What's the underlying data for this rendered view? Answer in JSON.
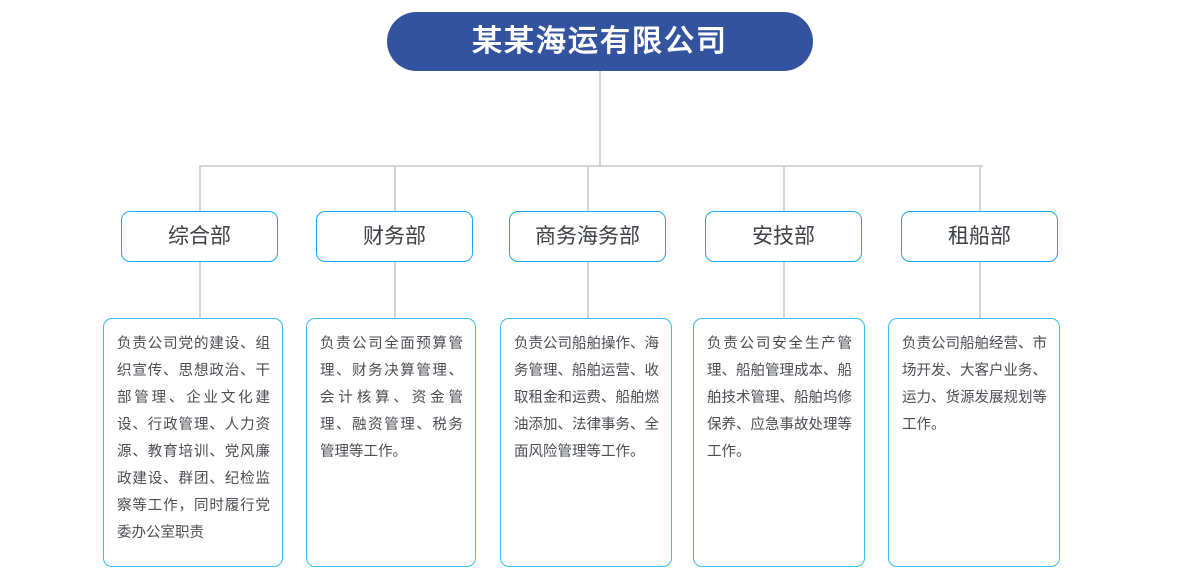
{
  "diagram": {
    "type": "organization-chart",
    "root": {
      "label": "某某海运有限公司",
      "fill_color": "#34539e",
      "text_color": "#ffffff"
    },
    "colors": {
      "root_fill": "#34539e",
      "dept_border": "#14a9e8",
      "desc_border": "#36bdf0",
      "connector": "#d3d5d9",
      "text": "#3d4046",
      "background": "#ffffff"
    },
    "departments": [
      {
        "name": "综合部",
        "description": "负责公司党的建设、组织宣传、思想政治、干部管理、企业文化建设、行政管理、人力资源、教育培训、党风廉政建设、群团、纪检监察等工作，同时履行党委办公室职责"
      },
      {
        "name": "财务部",
        "description": "负责公司全面预算管理、财务决算管理、会计核算、资金管理、融资管理、税务管理等工作。"
      },
      {
        "name": "商务海务部",
        "description": "负责公司船舶操作、海务管理、船舶运营、收取租金和运费、船舶燃油添加、法律事务、全面风险管理等工作。"
      },
      {
        "name": "安技部",
        "description": "负责公司安全生产管理、船舶管理成本、船舶技术管理、船舶坞修保养、应急事故处理等工作。"
      },
      {
        "name": "租船部",
        "description": "负责公司船舶经营、市场开发、大客户业务、运力、货源发展规划等工作。"
      }
    ]
  }
}
